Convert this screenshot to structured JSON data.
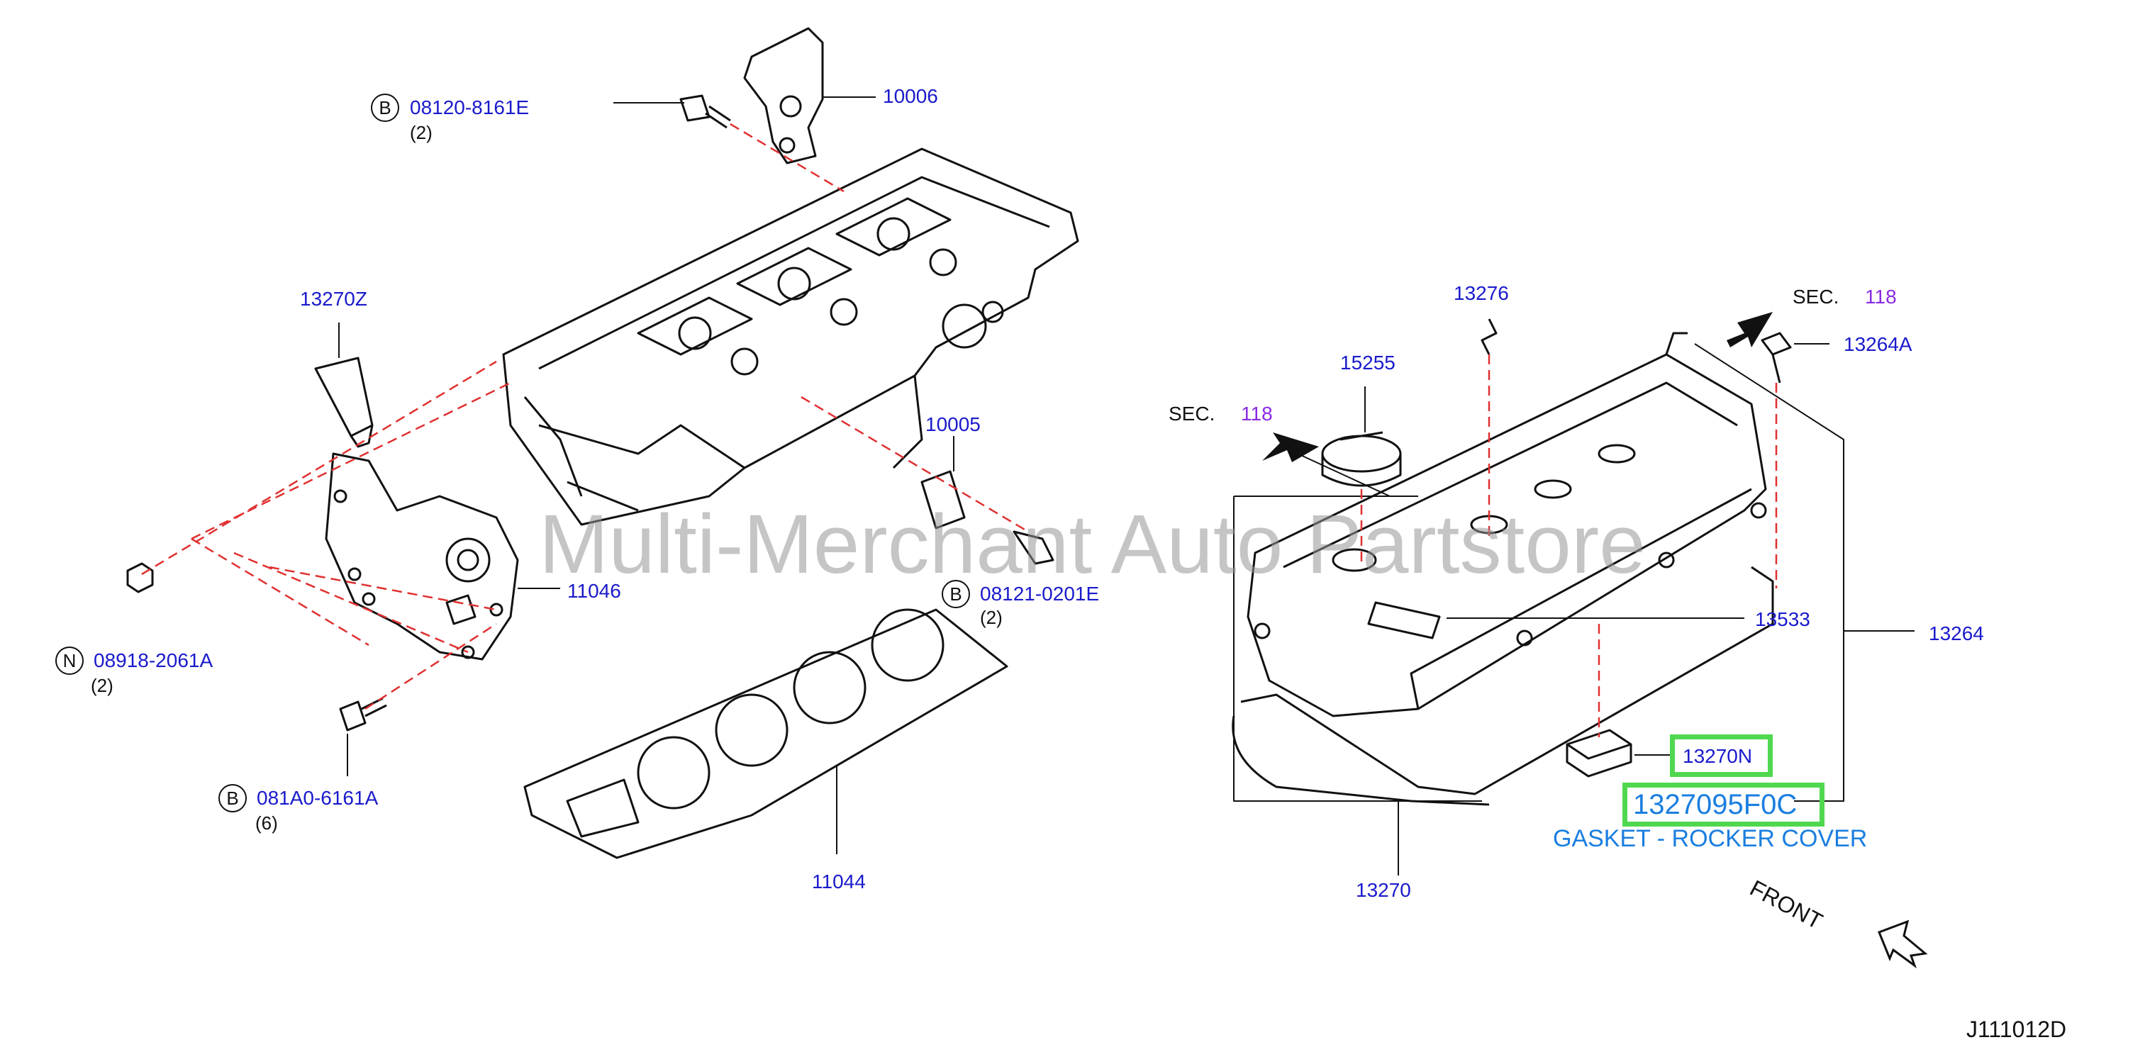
{
  "watermark": "Multi-Merchant Auto Partstore",
  "diagram_code": "J111012D",
  "front_label": "FRONT",
  "parts": {
    "p10006": "10006",
    "p08120": "08120-8161E",
    "p08120_qty": "(2)",
    "p13270Z": "13270Z",
    "p10005": "10005",
    "p08121": "08121-0201E",
    "p08121_qty": "(2)",
    "p11046": "11046",
    "p08918": "08918-2061A",
    "p08918_qty": "(2)",
    "p081A0": "081A0-6161A",
    "p081A0_qty": "(6)",
    "p11044": "11044",
    "p13276": "13276",
    "p15255": "15255",
    "p13264A": "13264A",
    "p13533": "13533",
    "p13264": "13264",
    "p13270N": "13270N",
    "p1327095F0C": "1327095F0C",
    "p13270": "13270"
  },
  "callouts": {
    "b1": "B",
    "b2": "B",
    "b3": "B",
    "n1": "N"
  },
  "sections": {
    "sec1_label": "SEC.",
    "sec1_num": "118",
    "sec2_label": "SEC.",
    "sec2_num": "118"
  },
  "highlight": {
    "description": "GASKET - ROCKER COVER",
    "color": "#4fd84f"
  }
}
